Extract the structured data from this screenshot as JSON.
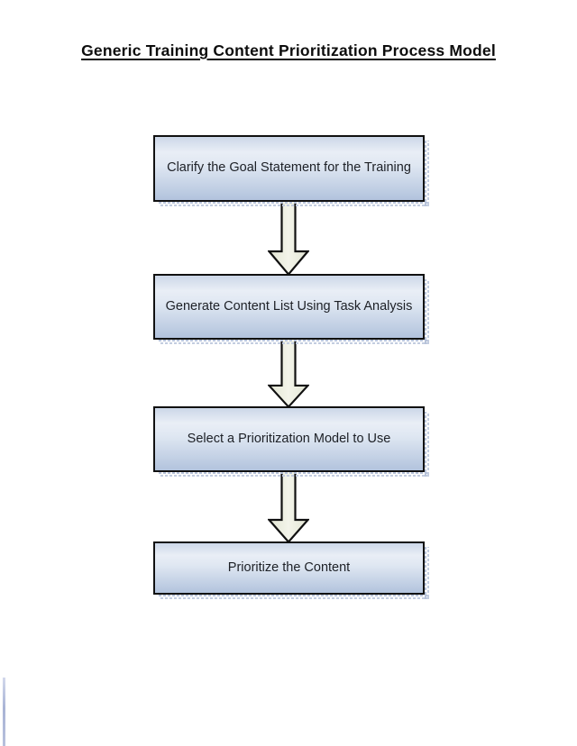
{
  "title": "Generic Training Content Prioritization Process Model",
  "flowchart": {
    "steps": [
      {
        "label": "Clarify the Goal Statement for the Training"
      },
      {
        "label": "Generate Content List Using Task Analysis"
      },
      {
        "label": "Select a Prioritization Model to Use"
      },
      {
        "label": "Prioritize the Content"
      }
    ],
    "connector_icon": "down-block-arrow"
  },
  "colors": {
    "node_border": "#111111",
    "node_fill_top": "#ccd7e8",
    "node_fill_light": "#e9eef6",
    "node_fill_bottom": "#b2c3dd",
    "node_text": "#1d2026",
    "arrow_fill": "#edefe0",
    "arrow_outline": "#111111",
    "shadow_dash": "#b6c2d9",
    "page_background": "#ffffff"
  }
}
